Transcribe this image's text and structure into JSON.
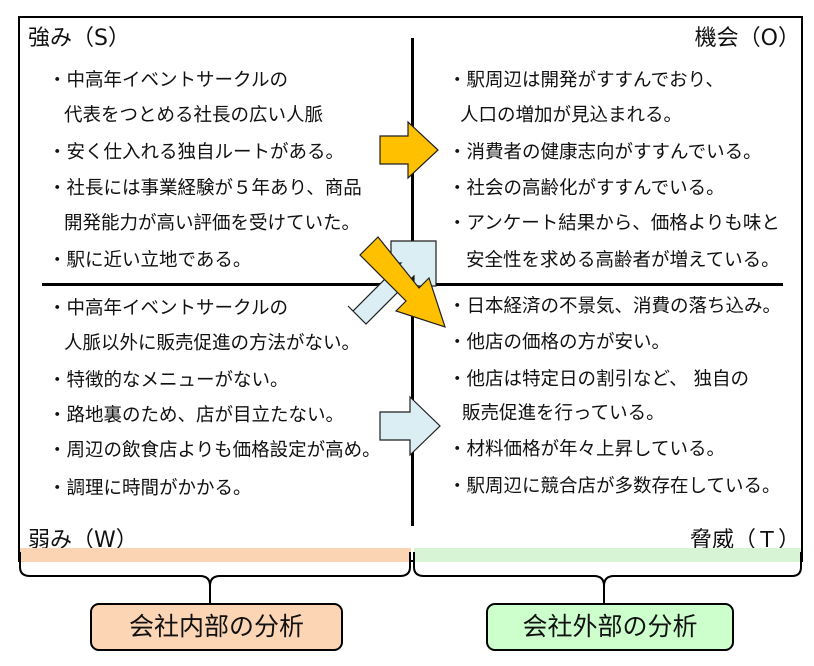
{
  "quadrants": {
    "strengths": {
      "title": "強み（S）",
      "rows": [
        "・中高年イベントサークルの",
        "代表をつとめる社長の広い人脈",
        "・安く仕入れる独自ルートがある。",
        "・社長には事業経験が５年あり、商品",
        "開発能力が高い評価を受けていた。",
        "・駅に近い立地である。"
      ]
    },
    "opportunities": {
      "title": "機会（O）",
      "rows": [
        "・駅周辺は開発がすすんでおり、",
        "人口の増加が見込まれる。",
        "・消費者の健康志向がすすんでいる。",
        "・社会の高齢化がすすんでいる。",
        "・アンケート結果から、価格よりも味と",
        "安全性を求める高齢者が増えている。"
      ]
    },
    "weaknesses": {
      "title": "弱み（W）",
      "rows": [
        "・中高年イベントサークルの",
        "人脈以外に販売促進の方法がない。",
        "・特徴的なメニューがない。",
        "・路地裏のため、店が目立たない。",
        "・周辺の飲食店よりも価格設定が高め。",
        "・調理に時間がかかる。"
      ]
    },
    "threats": {
      "title": "脅威（Ｔ）",
      "rows": [
        "・日本経済の不景気、消費の落ち込み。",
        "・他店の価格の方が安い。",
        "・他店は特定日の割引など、 独自の",
        "販売促進を行っている。",
        "・材料価格が年々上昇している。",
        "・駅周辺に競合店が多数存在している。"
      ]
    }
  },
  "bottom_labels": {
    "internal": "会社内部の分析",
    "external": "会社外部の分析"
  },
  "colors": {
    "arrow_orange": "#ffc000",
    "arrow_light": "#dbeef3",
    "internal_bg": "#fcd5b5",
    "external_bg": "#ccffcc",
    "internal_band": "#fbd4b4",
    "external_band": "#d7f5d4"
  }
}
